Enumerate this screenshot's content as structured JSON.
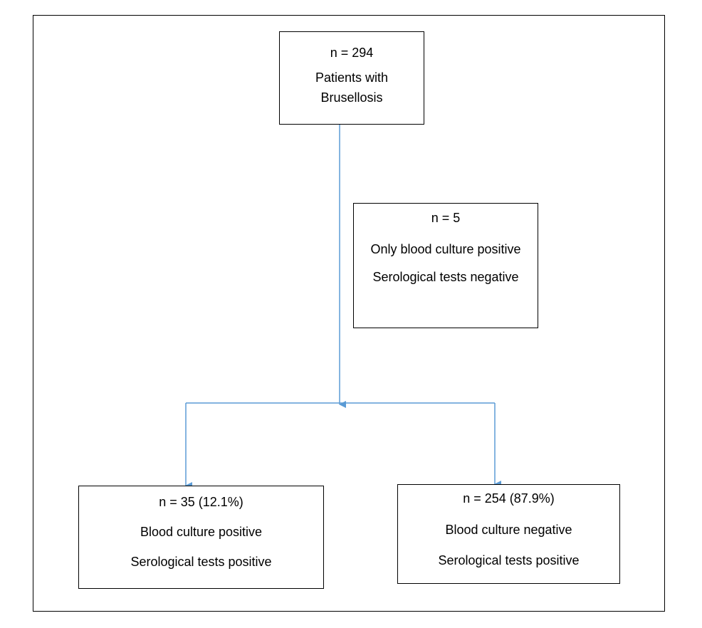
{
  "colors": {
    "connector": "#5B9BD5",
    "border": "#000000"
  },
  "boxes": {
    "top": {
      "count": "n = 294",
      "line1": "Patients with",
      "line2": "Brusellosis"
    },
    "excluded": {
      "count": "n = 5",
      "line1": "Only blood culture positive",
      "line2": "Serological tests negative"
    },
    "left": {
      "count": "n = 35 (12.1%)",
      "line1": "Blood culture positive",
      "line2": "Serological tests positive"
    },
    "right": {
      "count": "n = 254 (87.9%)",
      "line1": "Blood culture negative",
      "line2": "Serological tests positive"
    }
  }
}
